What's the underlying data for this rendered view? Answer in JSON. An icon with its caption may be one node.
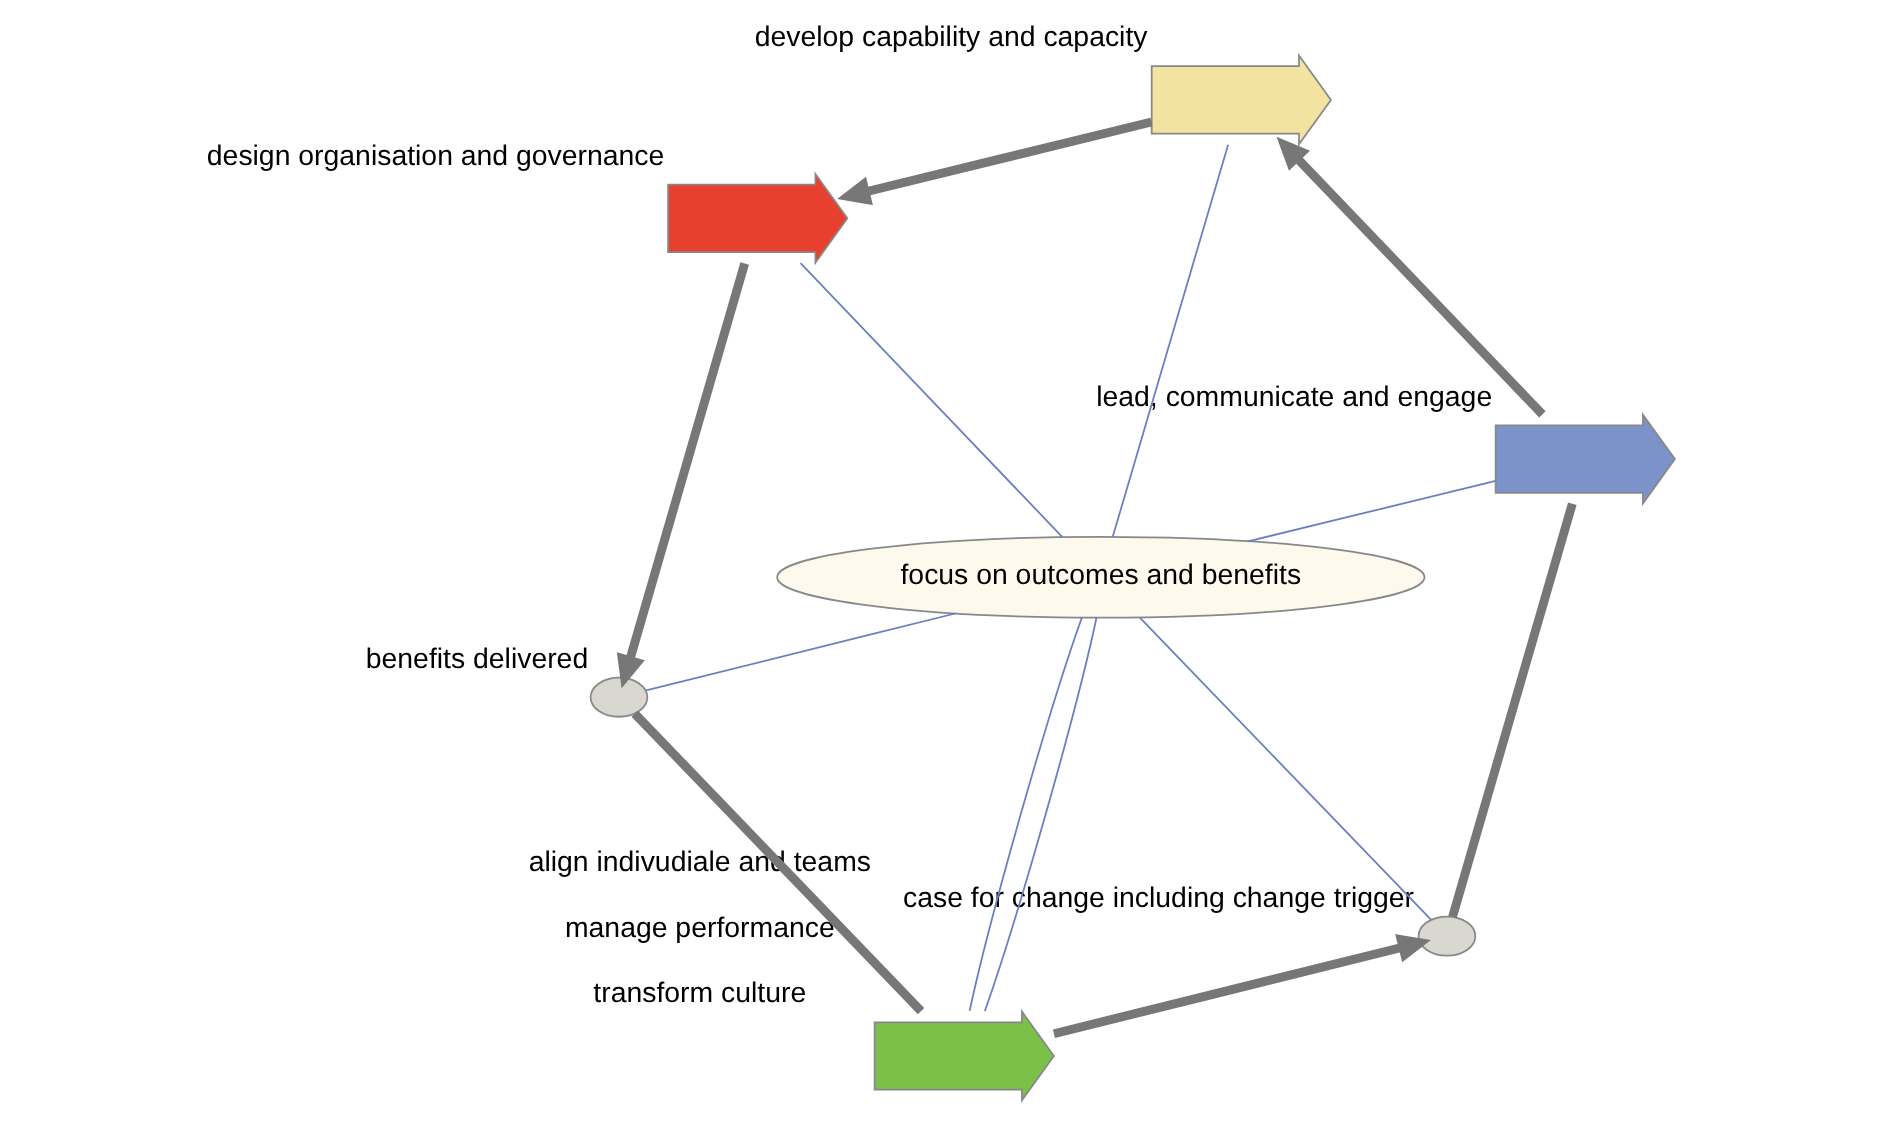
{
  "diagram": {
    "nodes": [
      {
        "text": [
          "focus on outcomes and benefits"
        ]
      },
      {
        "text": [],
        "shape": "circle",
        "beside": [
          "case for change including change trigger"
        ]
      },
      {
        "text": [],
        "shape": "arrow",
        "beside": [
          "lead, communicate and engage"
        ]
      },
      {
        "text": [],
        "shape": "arrow",
        "beside": [
          "develop capability and capacity"
        ]
      },
      {
        "text": [],
        "shape": "arrow",
        "beside": [
          "design organisation and governance"
        ]
      },
      {
        "text": [],
        "shape": "circle",
        "beside": [
          "benefits delivered"
        ]
      },
      {
        "text": [],
        "shape": "arrow",
        "beside": [
          "align indivudiale and teams",
          "manage performance",
          "transform culture"
        ]
      }
    ],
    "edges": [
      {
        "from": 1,
        "to": 2,
        "arrow": "none",
        "style": "thick"
      },
      {
        "from": 2,
        "to": 3,
        "arrow": "to",
        "style": "thick"
      },
      {
        "from": 3,
        "to": 4,
        "arrow": "to",
        "style": "thick"
      },
      {
        "from": 4,
        "to": 5,
        "arrow": "to",
        "style": "thick"
      },
      {
        "from": 5,
        "to": 6,
        "arrow": "none",
        "style": "thick"
      },
      {
        "from": 6,
        "to": 1,
        "arrow": "to",
        "style": "thick"
      },
      {
        "from": 0,
        "to": 1,
        "arrow": "none"
      },
      {
        "from": 0,
        "to": 2,
        "arrow": "none"
      },
      {
        "from": 0,
        "to": 3,
        "arrow": "none"
      },
      {
        "from": 0,
        "to": 4,
        "arrow": "none"
      },
      {
        "from": 0,
        "to": 5,
        "arrow": "none"
      },
      {
        "from": 0,
        "to": 6,
        "arrow": "none"
      },
      {
        "from": 0,
        "to": 6,
        "arrow": "none"
      }
    ]
  }
}
